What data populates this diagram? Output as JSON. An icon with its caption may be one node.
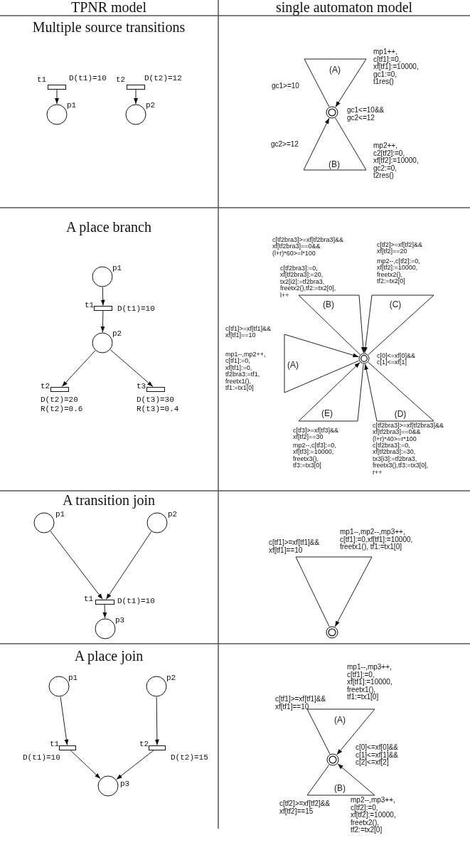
{
  "diagram": {
    "nodes": [
      {
        "text": [],
        "shape": "bar",
        "beside": [
          "t1",
          "D(t1)=10"
        ]
      },
      {
        "text": [],
        "shape": "circle",
        "beside": [
          "p1"
        ]
      },
      {
        "text": [],
        "shape": "bar",
        "beside": [
          "t2",
          "D(t2)=12"
        ]
      },
      {
        "text": [],
        "shape": "circle",
        "beside": [
          "p2"
        ]
      },
      {
        "text": [],
        "shape": "ring",
        "beside": [
          "gc1<=10&& gc2<=12"
        ]
      },
      {
        "text": [],
        "shape": "circle",
        "beside": [
          "p1"
        ]
      },
      {
        "text": [],
        "shape": "bar",
        "beside": [
          "t1",
          "D(t1)=10"
        ]
      },
      {
        "text": [],
        "shape": "circle",
        "beside": [
          "p2"
        ]
      },
      {
        "text": [],
        "shape": "bar",
        "beside": [
          "t2",
          "D(t2)=20 R(t2)=0.6"
        ]
      },
      {
        "text": [],
        "shape": "bar",
        "beside": [
          "t3",
          "D(t3)=30 R(t3)=0.4"
        ]
      },
      {
        "text": [],
        "shape": "ring",
        "beside": [
          "c[0]<=xf[0]&& c[1]<=xf[1]"
        ]
      },
      {
        "text": [],
        "shape": "circle",
        "beside": [
          "p1"
        ]
      },
      {
        "text": [],
        "shape": "circle",
        "beside": [
          "p2"
        ]
      },
      {
        "text": [],
        "shape": "bar",
        "beside": [
          "t1",
          "D(t1)=10"
        ]
      },
      {
        "text": [],
        "shape": "circle",
        "beside": [
          "p3"
        ]
      },
      {
        "text": [],
        "shape": "ring"
      },
      {
        "text": [],
        "shape": "circle",
        "beside": [
          "p1"
        ]
      },
      {
        "text": [],
        "shape": "circle",
        "beside": [
          "p2"
        ]
      },
      {
        "text": [],
        "shape": "bar",
        "beside": [
          "t1",
          "D(t1)=10"
        ]
      },
      {
        "text": [],
        "shape": "bar",
        "beside": [
          "t2",
          "D(t2)=15"
        ]
      },
      {
        "text": [],
        "shape": "circle",
        "beside": [
          "p3"
        ]
      },
      {
        "text": [],
        "shape": "ring",
        "beside": [
          "c[0]<=xf[0]&& c[1]<=xf[1]&& c[2]<=xf[2]"
        ]
      }
    ],
    "edges": [
      {
        "from": 0,
        "to": 1,
        "arrow": "to"
      },
      {
        "from": 2,
        "to": 3,
        "arrow": "to"
      },
      {
        "from": 4,
        "to": 4,
        "arrow": "to",
        "label": "(A)"
      },
      {
        "from": 4,
        "to": 4,
        "arrow": "to",
        "label": "(B)"
      },
      {
        "from": 5,
        "to": 6,
        "arrow": "to"
      },
      {
        "from": 6,
        "to": 7,
        "arrow": "to"
      },
      {
        "from": 7,
        "to": 8,
        "arrow": "to"
      },
      {
        "from": 7,
        "to": 9,
        "arrow": "to"
      },
      {
        "from": 10,
        "to": 10,
        "arrow": "to",
        "label": "(B)"
      },
      {
        "from": 10,
        "to": 10,
        "arrow": "to",
        "label": "(C)"
      },
      {
        "from": 10,
        "to": 10,
        "arrow": "to",
        "label": "(A)"
      },
      {
        "from": 10,
        "to": 10,
        "arrow": "to",
        "label": "(E)"
      },
      {
        "from": 10,
        "to": 10,
        "arrow": "to",
        "label": "(D)"
      },
      {
        "from": 11,
        "to": 13,
        "arrow": "to"
      },
      {
        "from": 12,
        "to": 13,
        "arrow": "to"
      },
      {
        "from": 13,
        "to": 14,
        "arrow": "to"
      },
      {
        "from": 15,
        "to": 15,
        "arrow": "to"
      },
      {
        "from": 16,
        "to": 18,
        "arrow": "to"
      },
      {
        "from": 17,
        "to": 19,
        "arrow": "to"
      },
      {
        "from": 18,
        "to": 20,
        "arrow": "to"
      },
      {
        "from": 19,
        "to": 20,
        "arrow": "to"
      },
      {
        "from": 21,
        "to": 21,
        "arrow": "to",
        "label": "(A)"
      },
      {
        "from": 21,
        "to": 21,
        "arrow": "to",
        "label": "(B)"
      }
    ],
    "labels": [
      "TPNR model",
      "single automaton model",
      "Multiple source transitions",
      "gc1>=10",
      "mp1++, c[tf1]:=0, xf[tf1]:=10000, gc1:=0, t1res()",
      "gc2>=12",
      "mp2++, c2[tf2]:=0, xf[tf2]:=10000, gc2:=0, t2res()",
      "A place branch",
      "c[tf2bra3]>=xf[tf2bra3]&& xf[tf2bra3]==0&& (l+r)*60>=l*100",
      "c[tf2]>=xf[tf2]&& xf[tf2]==20",
      "c[tf2bra3]:=0, xf[tf2bra3]:=20, tx2[i2]:=tf2bra3, freetx2(),tf2:=tx2[0], l++",
      "mp2--,c[tf2]:=0, xf[tf2]:=10000, freetx2(), tf2:=tx2[0]",
      "c[tf1]>=xf[tf1]&& xf[tf1]==10",
      "mp1--,mp2++, c[tf1]:=0, xf[tf1]:=0, tf2bra3:=tf1, freetx1(), tf1:=tx1[0]",
      "c[tf3]>=xf[tf3]&& xf[tf2]==30",
      "mp2--,c[tf3]:=0, xf[tf3]:=10000, freetx3(), tf3:=tx3[0]",
      "c[tf2bra3]>=xf[tf2bra3]&& xf[tf2bra3]==0&& (l+r)*40>=r*100",
      "c[tf2bra3]:=0, xf[tf2bra3]:=30, tx3[i3]:=tf2bra3, freetx3(),tf3:=tx3[0], r++",
      "A transition join",
      "c[tf1]>=xf[tf1]&& xf[tf1]==10",
      "mp1--,mp2--,mp3++, c[tf1]:=0,xf[tf1]:=10000, freetx1(), tf1:=tx1[0]",
      "A place join",
      "mp1--,mp3++, c[tf1]:=0, xf[tf1]:=10000, freetx1(), tf1:=tx1[0]",
      "c[tf1]>=xf[tf1]&& xf[tf1]==10",
      "c[tf2]>=xf[tf2]&& xf[tf2]==15",
      "mp2--,mp3++, c[tf2]:=0, xf[tf2]:=10000, freetx2(), tf2:=tx2[0]"
    ]
  }
}
